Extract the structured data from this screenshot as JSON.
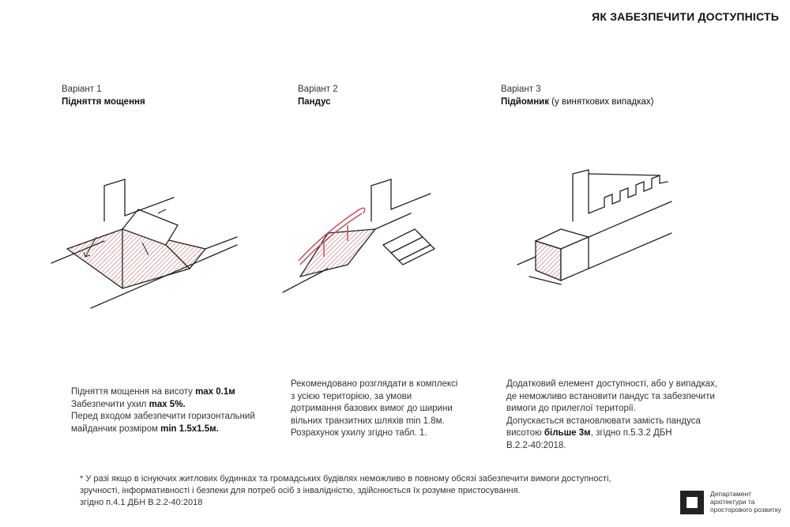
{
  "title": "ЯК ЗАБЕЗПЕЧИТИ ДОСТУПНІСТЬ",
  "variants": [
    {
      "label": "Варіант 1",
      "name": "Підняття мощення",
      "note": "",
      "lines": [
        {
          "pre": "Підняття мощення на висоту ",
          "bold": "max 0.1м",
          "post": ""
        },
        {
          "pre": "Забезпечити ухил  ",
          "bold": "max 5%.",
          "post": ""
        },
        {
          "pre": "Перед входом забезпечити горизонтальний",
          "bold": "",
          "post": ""
        },
        {
          "pre": "майданчик розміром ",
          "bold": "min 1.5x1.5м.",
          "post": ""
        }
      ]
    },
    {
      "label": "Варіант 2",
      "name": "Пандус",
      "note": "",
      "lines": [
        {
          "pre": "Рекомендовано розглядати в комплексі",
          "bold": "",
          "post": ""
        },
        {
          "pre": "з усією територією, за умови",
          "bold": "",
          "post": ""
        },
        {
          "pre": "дотримання базових вимог до ширини",
          "bold": "",
          "post": ""
        },
        {
          "pre": "вільних транзитних шляхів min 1.8м.",
          "bold": "",
          "post": ""
        },
        {
          "pre": "Розрахунок ухилу згідно табл. 1.",
          "bold": "",
          "post": ""
        }
      ]
    },
    {
      "label": "Варіант 3",
      "name": "Підйомник",
      "note": " (у виняткових випадках)",
      "lines": [
        {
          "pre": "Додатковий елемент доступності, або у випадках,",
          "bold": "",
          "post": ""
        },
        {
          "pre": "де неможливо встановити пандус та забезпечити",
          "bold": "",
          "post": ""
        },
        {
          "pre": "вимоги до прилеглої території.",
          "bold": "",
          "post": ""
        },
        {
          "pre": "Допускається встановлювати замість пандуса",
          "bold": "",
          "post": ""
        },
        {
          "pre": "висотою ",
          "bold": "більше 3м",
          "post": ", згідно п.5.3.2 ДБН"
        },
        {
          "pre": "В.2.2-40:2018.",
          "bold": "",
          "post": ""
        }
      ]
    }
  ],
  "footnote": [
    "* У разі якщо в існуючих житлових будинках та громадських будівлях неможливо в повному обсязі забезпечити вимоги доступності,",
    "зручності, інформативності і безпеки для потреб осіб з інвалідністю, здійснюється їх розумне пристосування.",
    "згідно п.4.1 ДБН В.2.2-40:2018"
  ],
  "logo": {
    "lines": [
      "Департамент",
      "архітектури та",
      "просторового розвитку"
    ]
  },
  "colors": {
    "hatch": "#c0505a",
    "ink": "#222222"
  }
}
